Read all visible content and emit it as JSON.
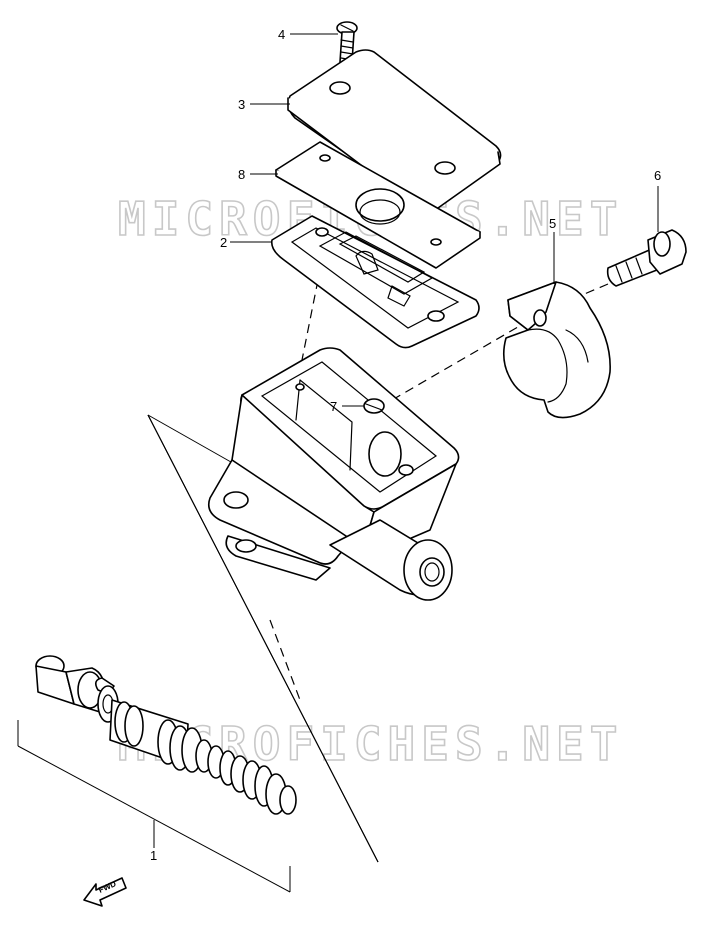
{
  "watermarks": [
    "MICROFICHES.NET",
    "MICROFICHES.NET"
  ],
  "callouts": [
    "1",
    "2",
    "3",
    "4",
    "5",
    "6",
    "7",
    "8"
  ],
  "fwd_label": "FWD",
  "colors": {
    "line": "#000000",
    "watermark": "#c8c8c8",
    "background": "#ffffff"
  }
}
